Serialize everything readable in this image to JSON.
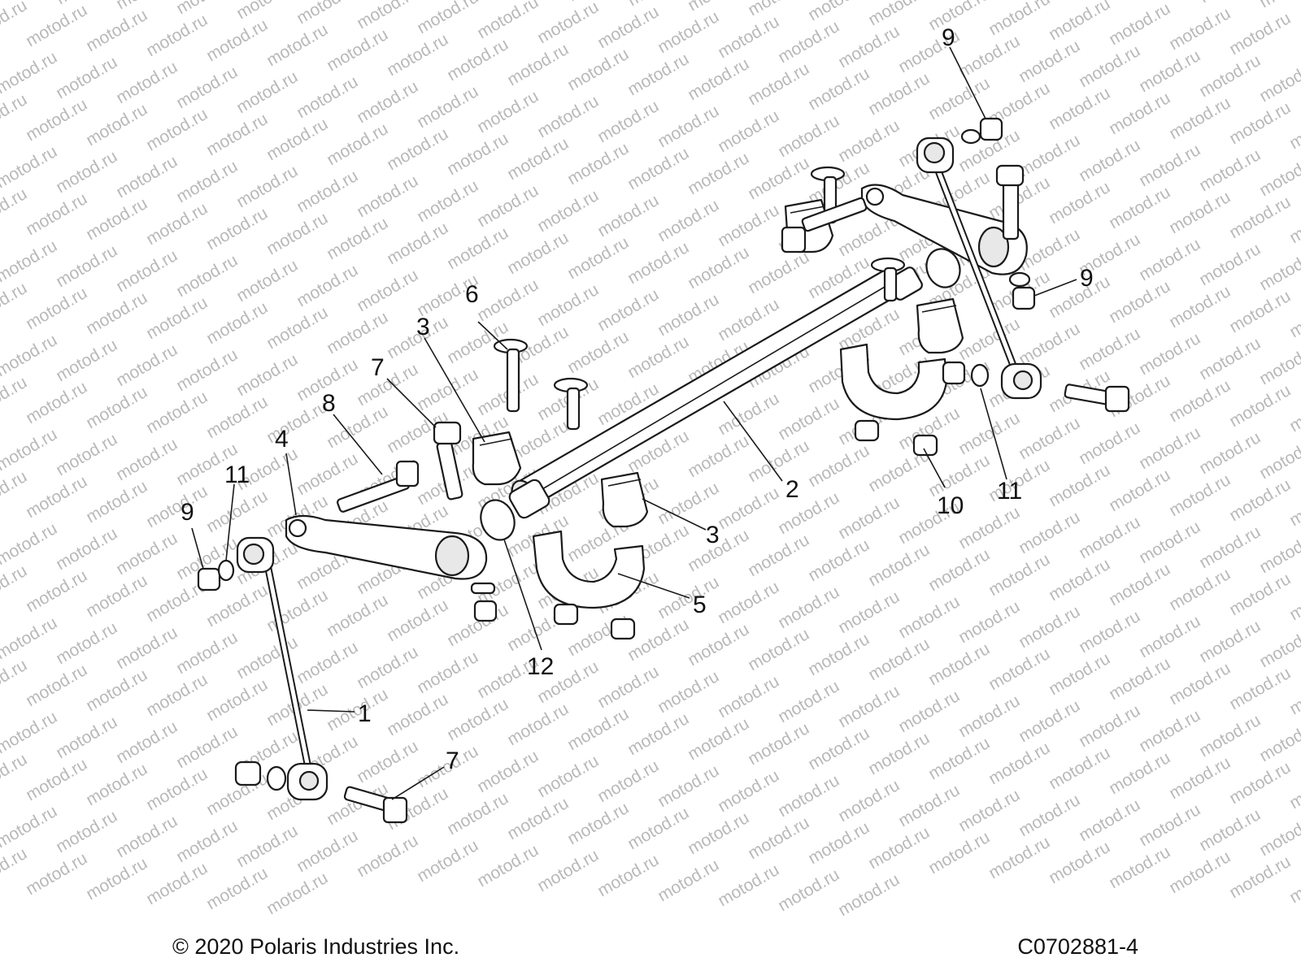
{
  "footer": {
    "copyright": "© 2020 Polaris Industries Inc.",
    "figure_id": "C0702881-4"
  },
  "watermark": {
    "text": "motod.ru"
  },
  "callouts": [
    {
      "label": "1"
    },
    {
      "label": "2"
    },
    {
      "label": "3"
    },
    {
      "label": "3"
    },
    {
      "label": "4"
    },
    {
      "label": "5"
    },
    {
      "label": "6"
    },
    {
      "label": "7"
    },
    {
      "label": "7"
    },
    {
      "label": "8"
    },
    {
      "label": "9"
    },
    {
      "label": "9"
    },
    {
      "label": "9"
    },
    {
      "label": "10"
    },
    {
      "label": "11"
    },
    {
      "label": "11"
    },
    {
      "label": "12"
    }
  ]
}
